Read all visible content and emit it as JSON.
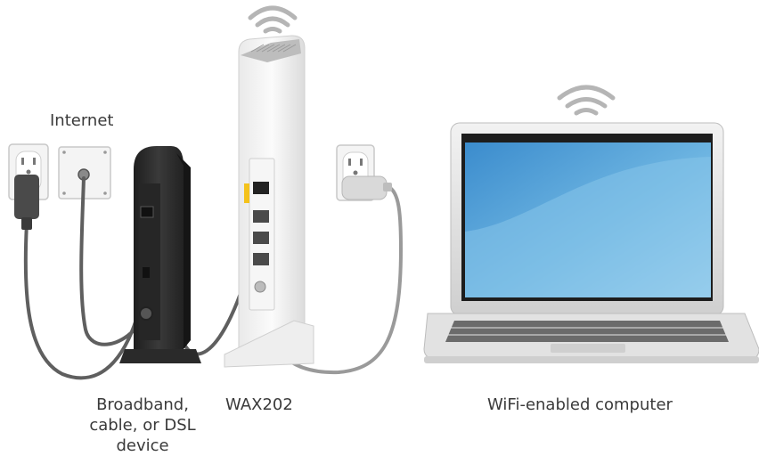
{
  "labels": {
    "internet": "Internet",
    "modem_line1": "Broadband,",
    "modem_line2": "cable, or DSL",
    "modem_line3": "device",
    "router": "WAX202",
    "laptop": "WiFi-enabled computer"
  },
  "icons": {
    "router_signal": "wifi-signal-icon",
    "laptop_signal": "wifi-signal-icon",
    "outlet": "power-outlet-icon",
    "wall_jack": "coax-wall-jack-icon"
  },
  "colors": {
    "cable": "#5f5f5f",
    "cable_light": "#9a9a9a",
    "modem_body": "#2c2c2c",
    "router_body": "#f1f1f1",
    "laptop_shell": "#e3e3e3",
    "screen_blue": "#3d8fd0",
    "port_accent": "#f4c21b",
    "label_text": "#3a3a3a"
  }
}
